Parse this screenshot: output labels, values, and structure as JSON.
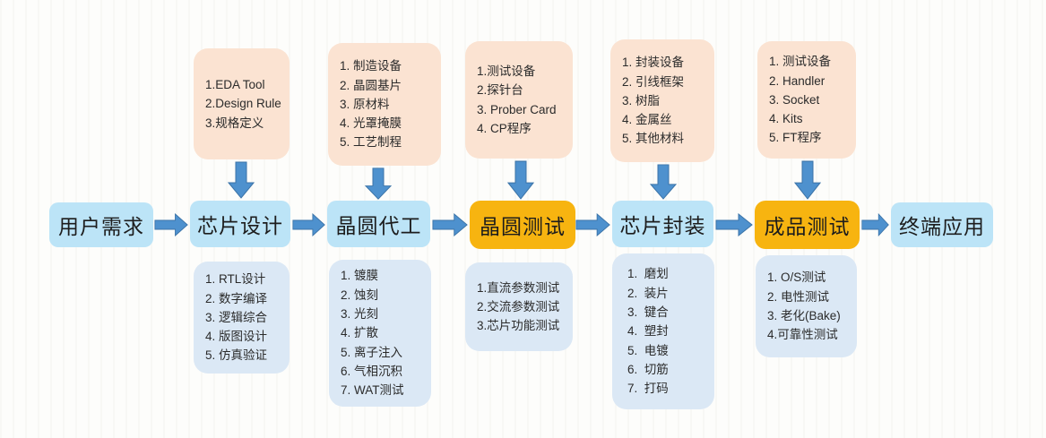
{
  "colors": {
    "main_step_blue": "#BCE4F7",
    "main_step_orange": "#F7B410",
    "inputs_box_peach": "#FBE3D2",
    "substeps_box_pale_blue": "#DBE8F5",
    "arrow_blue": "#4E91CE",
    "arrow_outline": "#3C74A8",
    "text": "#2B2B2B"
  },
  "main_flow": [
    {
      "label": "用户需求",
      "style": "blue"
    },
    {
      "label": "芯片设计",
      "style": "blue"
    },
    {
      "label": "晶圆代工",
      "style": "blue"
    },
    {
      "label": "晶圆测试",
      "style": "orange"
    },
    {
      "label": "芯片封装",
      "style": "blue"
    },
    {
      "label": "成品测试",
      "style": "orange"
    },
    {
      "label": "终端应用",
      "style": "blue"
    }
  ],
  "top_boxes": [
    {
      "for_step": "芯片设计",
      "items": [
        "1.EDA Tool",
        "2.Design Rule",
        "3.规格定义"
      ]
    },
    {
      "for_step": "晶圆代工",
      "items": [
        "1. 制造设备",
        "2. 晶圆基片",
        "3. 原材料",
        "4. 光罩掩膜",
        "5. 工艺制程"
      ]
    },
    {
      "for_step": "晶圆测试",
      "items": [
        "1.测试设备",
        "2.探针台",
        "3. Prober Card",
        "4. CP程序"
      ]
    },
    {
      "for_step": "芯片封装",
      "items": [
        "1. 封装设备",
        "2. 引线框架",
        "3. 树脂",
        "4. 金属丝",
        "5. 其他材料"
      ]
    },
    {
      "for_step": "成品测试",
      "items": [
        "1. 测试设备",
        "2. Handler",
        "3. Socket",
        "4. Kits",
        "5. FT程序"
      ]
    }
  ],
  "bottom_boxes": [
    {
      "for_step": "芯片设计",
      "items": [
        "1. RTL设计",
        "2. 数字编译",
        "3. 逻辑综合",
        "4. 版图设计",
        "5. 仿真验证"
      ]
    },
    {
      "for_step": "晶圆代工",
      "items": [
        "1. 镀膜",
        "2. 蚀刻",
        "3. 光刻",
        "4. 扩散",
        "5. 离子注入",
        "6. 气相沉积",
        "7. WAT测试"
      ]
    },
    {
      "for_step": "晶圆测试",
      "items": [
        "1.直流参数测试",
        "2.交流参数测试",
        "3.芯片功能测试"
      ]
    },
    {
      "for_step": "芯片封装",
      "items": [
        "1.  磨划",
        "2.  装片",
        "3.  键合",
        "4.  塑封",
        "5.  电镀",
        "6.  切筋",
        "7.  打码"
      ]
    },
    {
      "for_step": "成品测试",
      "items": [
        "1. O/S测试",
        "2. 电性测试",
        "3. 老化(Bake)",
        "4.可靠性测试"
      ]
    }
  ]
}
